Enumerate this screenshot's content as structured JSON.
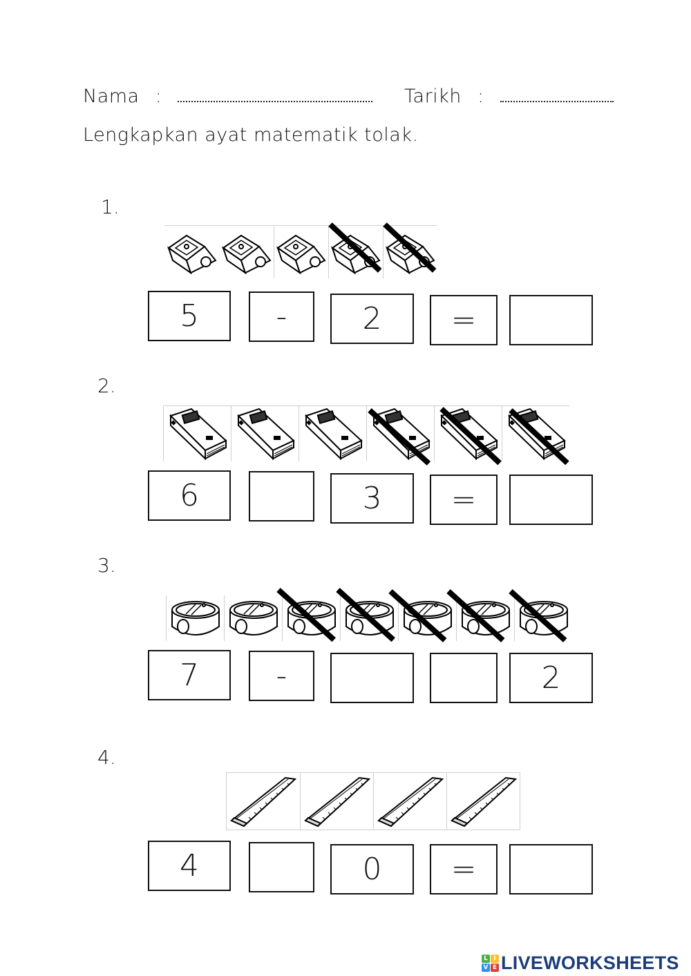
{
  "header": {
    "name_label": "Nama",
    "date_label": "Tarikh",
    "separator": ":",
    "instruction": "Lengkapkan ayat matematik tolak."
  },
  "questions": [
    {
      "number": "1.",
      "item_icon": "rectangular-sharpener-icon",
      "total_items": 5,
      "crossed_items": 2,
      "boxes": [
        "5",
        "-",
        "2",
        "=",
        ""
      ]
    },
    {
      "number": "2.",
      "item_icon": "book-icon",
      "total_items": 6,
      "crossed_items": 3,
      "boxes": [
        "6",
        "",
        "3",
        "=",
        ""
      ]
    },
    {
      "number": "3.",
      "item_icon": "round-sharpener-icon",
      "total_items": 7,
      "crossed_items": 5,
      "boxes": [
        "7",
        "-",
        "",
        "",
        "2"
      ]
    },
    {
      "number": "4.",
      "item_icon": "ruler-icon",
      "total_items": 4,
      "crossed_items": 0,
      "boxes": [
        "4",
        "",
        "0",
        "=",
        ""
      ]
    }
  ],
  "footer": {
    "logo_letters": [
      "L",
      "I",
      "V",
      "E"
    ],
    "logo_colors": [
      "#4caf50",
      "#fbc02d",
      "#2196f3",
      "#e53935"
    ],
    "brand": "LIVEWORKSHEETS"
  }
}
